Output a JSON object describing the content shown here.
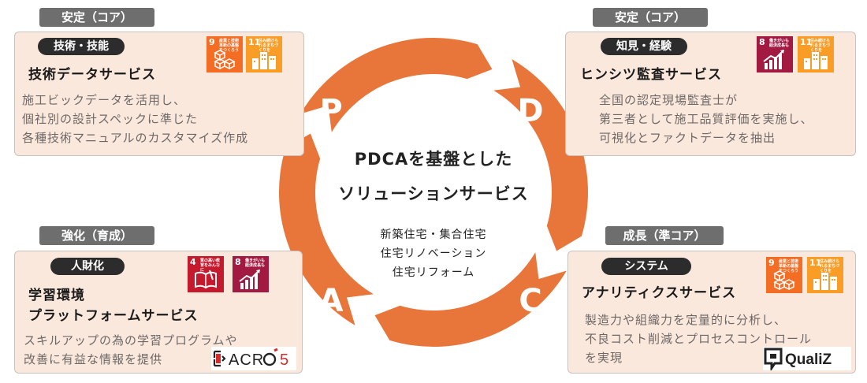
{
  "center": {
    "title_line1": "PDCAを基盤とした",
    "title_line2": "ソリューションサービス",
    "sub_lines": [
      "新築住宅・集合住宅",
      "住宅リノベーション",
      "住宅リフォーム"
    ]
  },
  "cycle": {
    "letters": {
      "p": "P",
      "d": "D",
      "c": "C",
      "a": "A"
    },
    "color": "#e8753a"
  },
  "quadrants": {
    "top_left": {
      "tag": "安定（コア）",
      "pill": "技術・技能",
      "title": "技術データサービス",
      "desc": [
        "施工ビックデータを活用し、",
        "個社別の設計スペックに準じた",
        "各種技術マニュアルのカスタマイズ作成"
      ],
      "sdgs": [
        {
          "num": "9",
          "text": "産業と技術革新の基盤をつくろう",
          "icon": "cubes-icon"
        },
        {
          "num": "11",
          "text": "住み続けられるまちづくりを",
          "icon": "city-icon"
        }
      ]
    },
    "top_right": {
      "tag": "安定（コア）",
      "pill": "知見・経験",
      "title": "ヒンシツ監査サービス",
      "desc": [
        "全国の認定現場監査士が",
        "第三者として施工品質評価を実施し、",
        "可視化とファクトデータを抽出"
      ],
      "sdgs": [
        {
          "num": "8",
          "text": "働きがいも経済成長も",
          "icon": "growth-chart-icon"
        },
        {
          "num": "11",
          "text": "住み続けられるまちづくりを",
          "icon": "city-icon"
        }
      ]
    },
    "bottom_left": {
      "tag": "強化（育成）",
      "pill": "人財化",
      "title_line1": "学習環境",
      "title_line2": "プラットフォームサービス",
      "desc": [
        "スキルアップの為の学習プログラムや",
        "改善に有益な情報を提供"
      ],
      "sdgs": [
        {
          "num": "4",
          "text": "質の高い教育をみんなに",
          "icon": "book-icon"
        },
        {
          "num": "8",
          "text": "働きがいも経済成長も",
          "icon": "growth-chart-icon"
        }
      ],
      "logo": "ACRO5"
    },
    "bottom_right": {
      "tag": "成長（準コア）",
      "pill": "システム",
      "title": "アナリティクスサービス",
      "desc": [
        "製造力や組織力を定量的に分析し、",
        "不良コスト削減とプロセスコントロール",
        "を実現"
      ],
      "sdgs": [
        {
          "num": "9",
          "text": "産業と技術革新の基盤をつくろう",
          "icon": "cubes-icon"
        },
        {
          "num": "11",
          "text": "住み続けられるまちづくりを",
          "icon": "city-icon"
        }
      ],
      "logo": "QualiZ"
    }
  }
}
